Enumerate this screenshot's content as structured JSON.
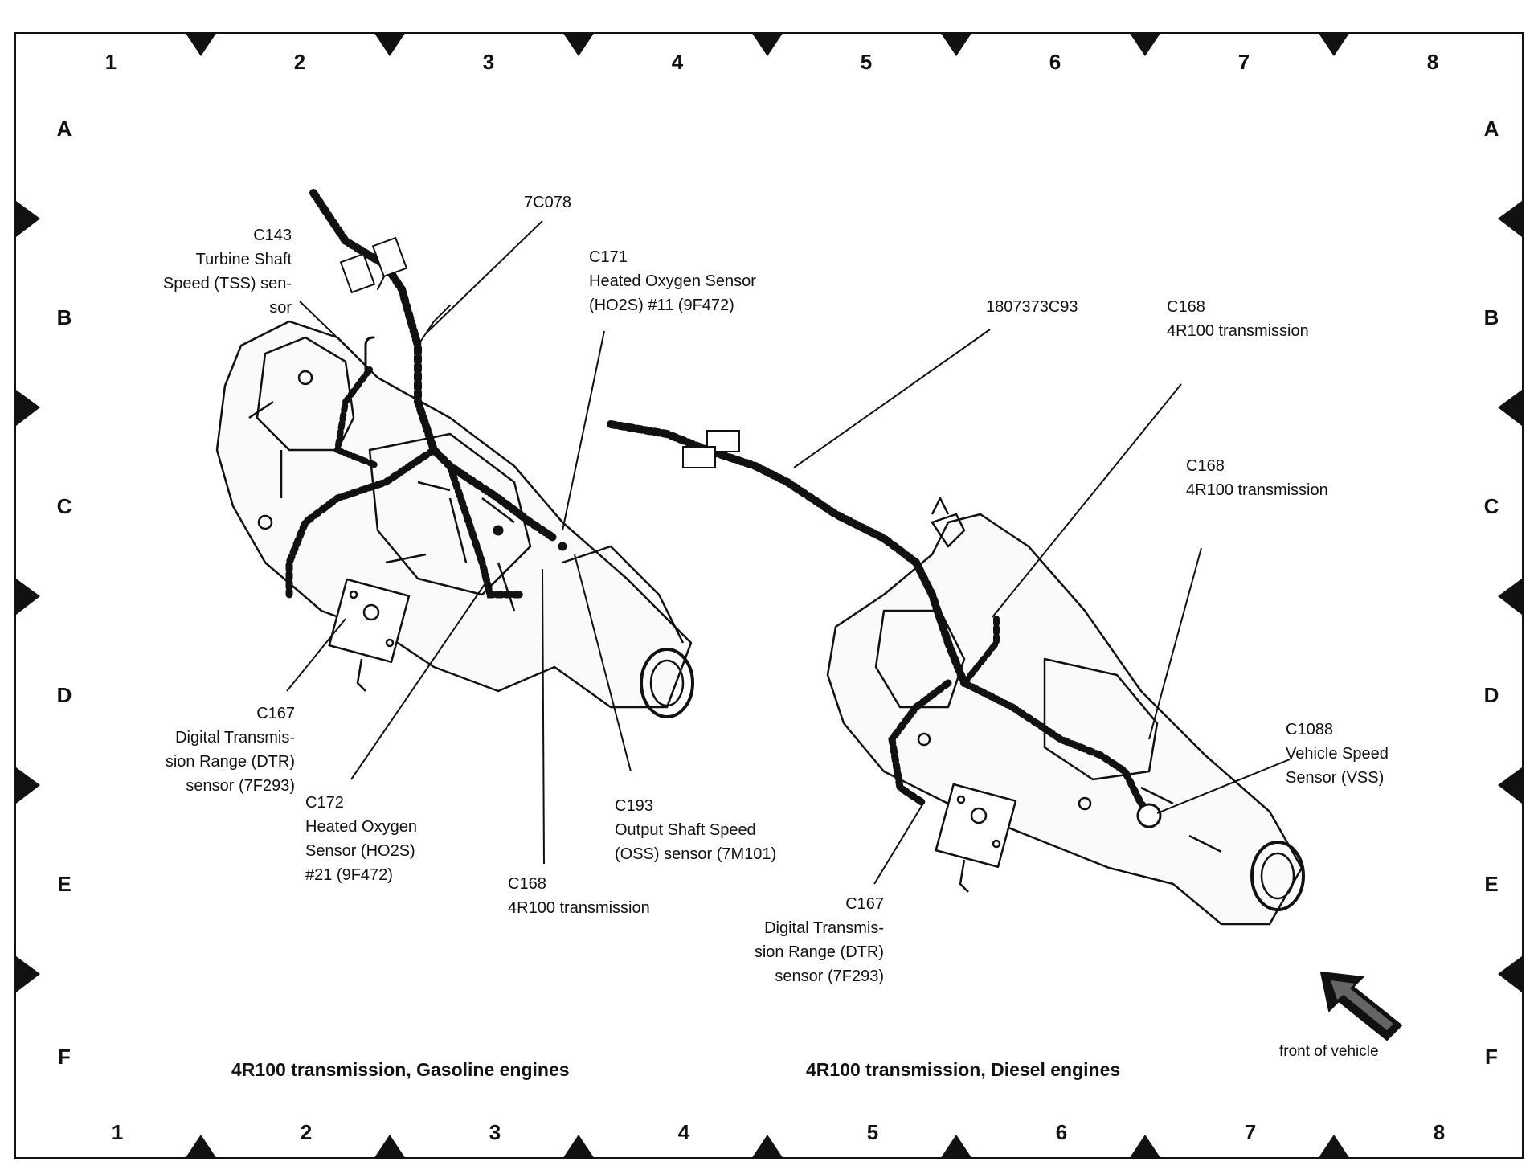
{
  "grid": {
    "columns": [
      "1",
      "2",
      "3",
      "4",
      "5",
      "6",
      "7",
      "8"
    ],
    "rows": [
      "A",
      "B",
      "C",
      "D",
      "E",
      "F"
    ]
  },
  "callouts": {
    "c143": "C143\nTurbine Shaft\nSpeed (TSS) sen-\nsor",
    "harness_gas": "7C078",
    "c171": "C171\nHeated Oxygen Sensor\n(HO2S) #11 (9F472)",
    "harness_diesel": "1807373C93",
    "c168_top": "C168\n4R100 transmission",
    "c168_mid": "C168\n4R100 transmission",
    "c167_gas": "C167\nDigital Transmis-\nsion Range (DTR)\nsensor (7F293)",
    "c172": "C172\nHeated Oxygen\nSensor (HO2S)\n#21 (9F472)",
    "c168_gas": "C168\n4R100 transmission",
    "c193": "C193\nOutput Shaft Speed\n(OSS) sensor (7M101)",
    "c1088": "C1088\nVehicle Speed\nSensor (VSS)",
    "c167_diesel": "C167\nDigital Transmis-\nsion Range (DTR)\nsensor (7F293)"
  },
  "captions": {
    "gasoline": "4R100 transmission, Gasoline engines",
    "diesel": "4R100 transmission, Diesel engines",
    "front": "front of vehicle"
  },
  "icons": {
    "front_arrow": "front-of-vehicle-arrow-icon",
    "edge_markers": "triangle-marker-icon"
  },
  "colors": {
    "ink": "#111111",
    "paper": "#ffffff"
  }
}
